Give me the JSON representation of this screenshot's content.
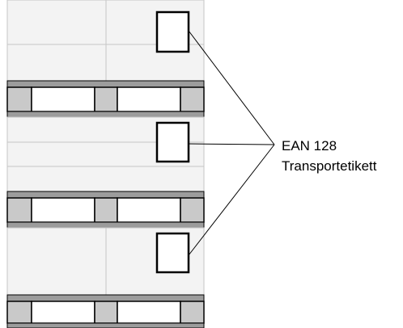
{
  "callout": {
    "line1": "EAN 128",
    "line2": "Transportetikett"
  },
  "colors": {
    "box_fill": "#f3f3f3",
    "box_line": "#c6c6c6",
    "pallet_band": "#9c9c9c",
    "pallet_block": "#c9c9c9",
    "pallet_board": "#ffffff",
    "label_fill": "#ffffff",
    "outline": "#000000"
  },
  "pallet_stack": {
    "pallet_count": 3,
    "labels_per_pallet": 1
  }
}
